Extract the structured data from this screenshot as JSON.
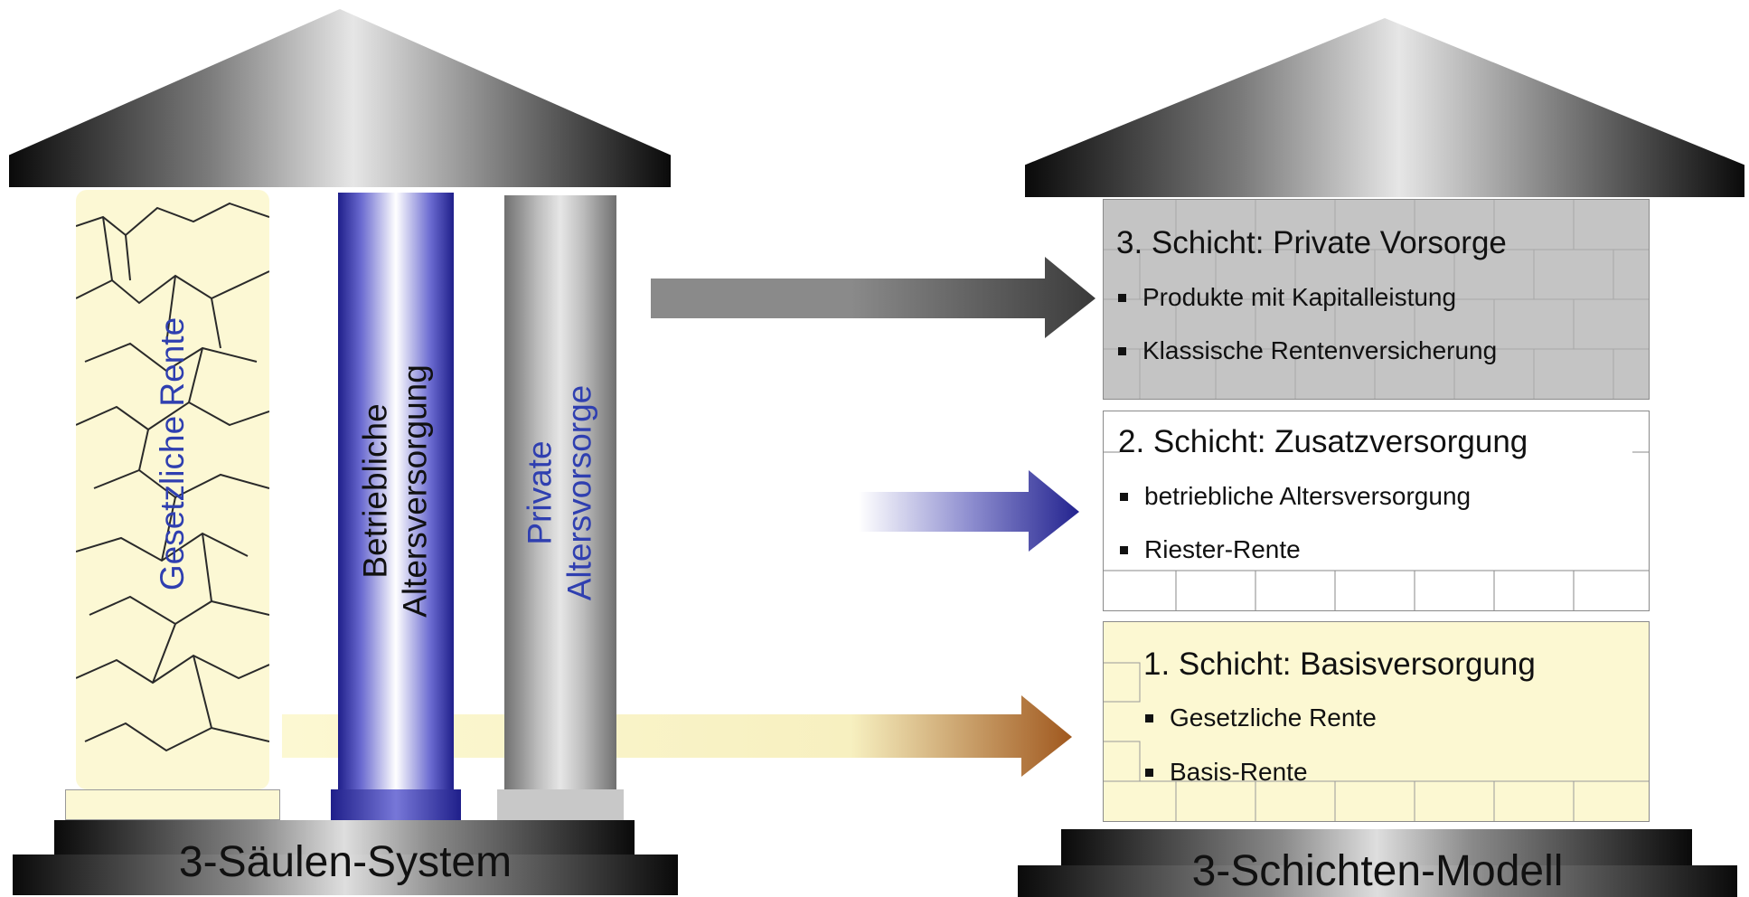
{
  "left_building": {
    "pillars": [
      {
        "label": "Gesetzliche Rente"
      },
      {
        "line1": "Betriebliche",
        "line2": "Altersversorgung"
      },
      {
        "line1": "Private",
        "line2": "Altersvorsorge"
      }
    ],
    "base_label": "3-Säulen-System"
  },
  "right_building": {
    "layers": [
      {
        "title": "3. Schicht: Private Vorsorge",
        "items": [
          "Produkte mit Kapitalleistung",
          "Klassische Rentenversicherung"
        ]
      },
      {
        "title": "2. Schicht: Zusatzversorgung",
        "items": [
          "betriebliche Altersversorgung",
          "Riester-Rente"
        ]
      },
      {
        "title": "1. Schicht: Basisversorgung",
        "items": [
          "Gesetzliche Rente",
          "Basis-Rente"
        ]
      }
    ],
    "base_label": "3-Schichten-Modell"
  },
  "colors": {
    "pillar_text_blue": "#2f3fb0",
    "pillar_text_dark": "#111111",
    "layer3_fill": "#c4c4c4",
    "layer2_fill": "#ffffff",
    "layer1_fill": "#fcf8d2",
    "arrow_gray": "#4a4a4a",
    "arrow_blue": "#2e2e9a",
    "arrow_brown": "#a0581e"
  }
}
